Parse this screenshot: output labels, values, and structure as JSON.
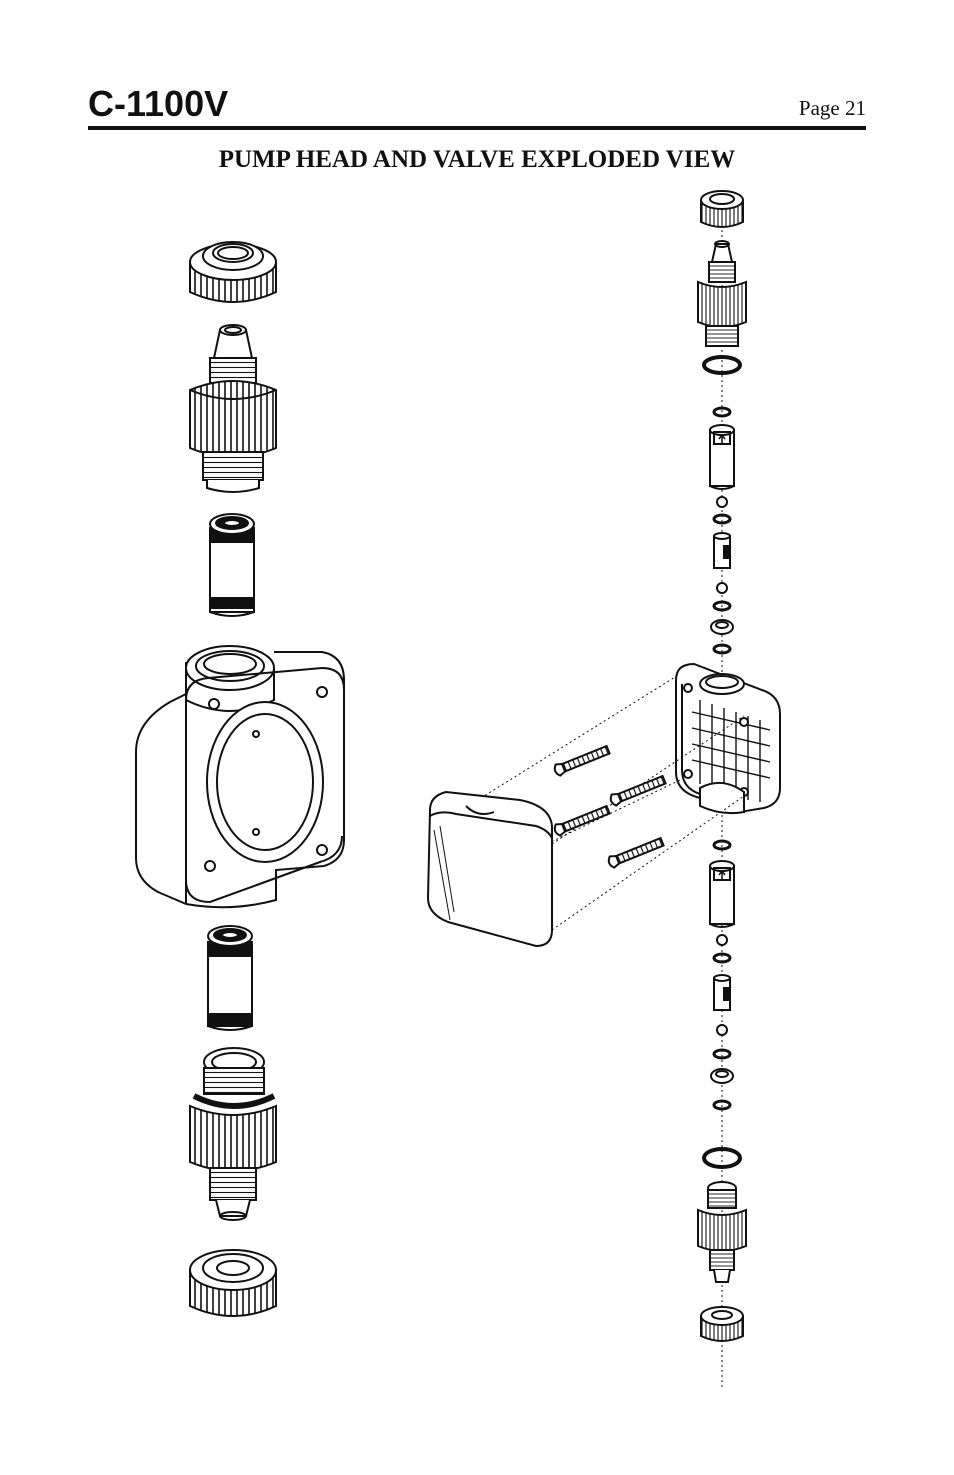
{
  "header": {
    "model": "C-1100V",
    "page": "Page 21"
  },
  "title": "PUMP HEAD AND VALVE EXPLODED VIEW",
  "parts": {
    "left_assembly": [
      "top-nut",
      "top-fitting",
      "top-valve-cartridge",
      "pump-head",
      "bottom-valve-cartridge",
      "bottom-fitting",
      "bottom-nut"
    ],
    "right_assembly": [
      "top-nut",
      "top-fitting",
      "oring",
      "valve-body",
      "ball",
      "valve-stem",
      "ball",
      "seat",
      "oring",
      "pump-head-back",
      "screws",
      "housing",
      "valve-body",
      "ball",
      "valve-stem",
      "ball",
      "seat",
      "oring",
      "bottom-fitting",
      "bottom-nut"
    ]
  }
}
